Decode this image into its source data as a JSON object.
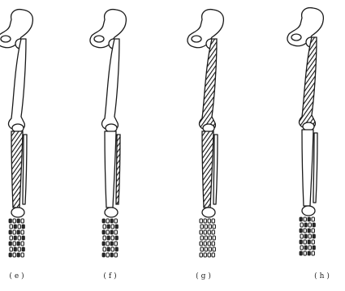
{
  "figure": {
    "panels": [
      {
        "caption": "(e)"
      },
      {
        "caption": "(f)"
      },
      {
        "caption": "(g)"
      },
      {
        "caption": "(h)"
      }
    ]
  }
}
